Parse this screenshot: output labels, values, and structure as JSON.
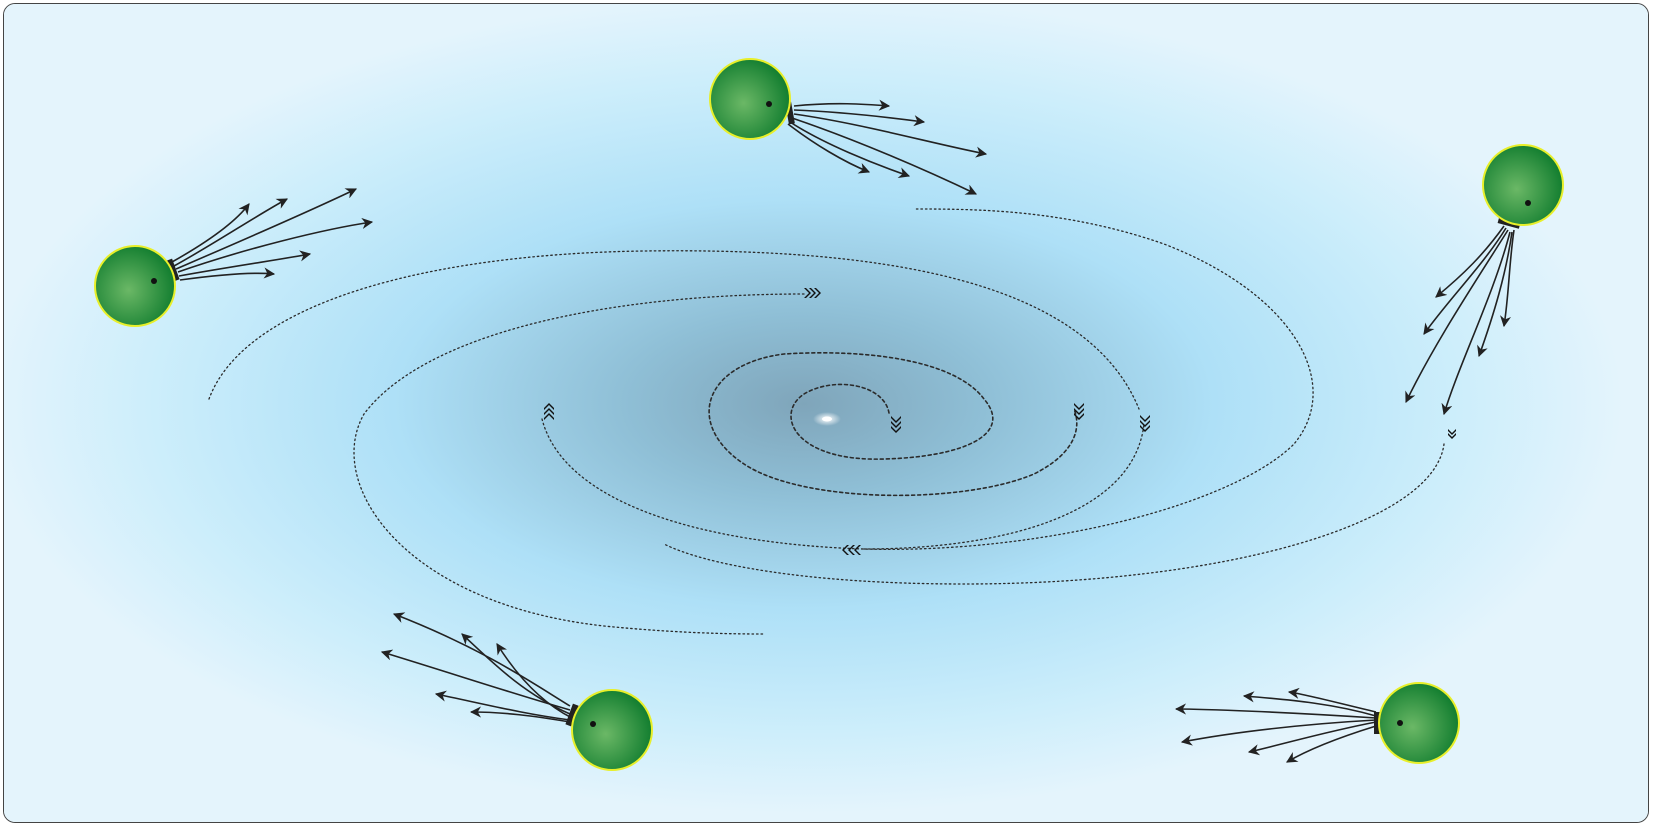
{
  "diagram": {
    "description_free": true,
    "colors": {
      "background_edge": "#e4f4fc",
      "background_mid": "#aee0f7",
      "background_core": "#7fa5ba",
      "cell_fill_light": "#5fae5c",
      "cell_fill_dark": "#107c2e",
      "cell_outline": "#e8ef2a",
      "flagella": "#222222",
      "path_line": "#222222"
    },
    "cells": [
      {
        "id": "cell-top-left",
        "icon": "flagellated-cell-icon"
      },
      {
        "id": "cell-top-center",
        "icon": "flagellated-cell-icon"
      },
      {
        "id": "cell-top-right",
        "icon": "flagellated-cell-icon"
      },
      {
        "id": "cell-bottom-left",
        "icon": "flagellated-cell-icon"
      },
      {
        "id": "cell-bottom-right",
        "icon": "flagellated-cell-icon"
      }
    ],
    "center_marker": "light-source-icon",
    "direction_markers": [
      "chevron-right-icon",
      "chevron-up-icon",
      "chevron-down-icon",
      "chevron-left-icon"
    ]
  }
}
